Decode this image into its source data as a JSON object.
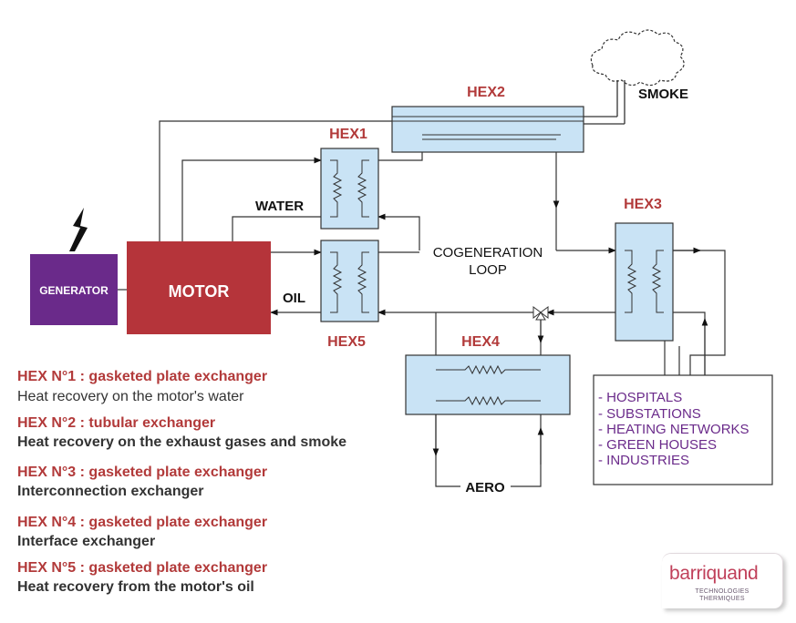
{
  "labels": {
    "generator": "GENERATOR",
    "motor": "MOTOR",
    "water": "WATER",
    "oil": "OIL",
    "smoke": "SMOKE",
    "cogeneration_line1": "COGENERATION",
    "cogeneration_line2": "LOOP",
    "aero": "AERO",
    "hex1": "HEX1",
    "hex2": "HEX2",
    "hex3": "HEX3",
    "hex4": "HEX4",
    "hex5": "HEX5"
  },
  "consumers": [
    "- HOSPITALS",
    "- SUBSTATIONS",
    "- HEATING NETWORKS",
    "- GREEN  HOUSES",
    "- INDUSTRIES"
  ],
  "legend": [
    {
      "title": "HEX N°1 : gasketed plate exchanger",
      "desc": "Heat recovery on the motor's water"
    },
    {
      "title": "HEX N°2 : tubular exchanger",
      "desc": "Heat recovery on the exhaust gases and smoke"
    },
    {
      "title": "HEX N°3 : gasketed plate exchanger",
      "desc": "Interconnection exchanger"
    },
    {
      "title": "HEX N°4 : gasketed plate exchanger",
      "desc": "Interface exchanger"
    },
    {
      "title": "HEX N°5 : gasketed plate exchanger",
      "desc": "Heat recovery from the motor's oil"
    }
  ],
  "logo": {
    "name": "barriquand",
    "sub1": "TECHNOLOGIES",
    "sub2": "THERMIQUES"
  },
  "colors": {
    "hex_red": "#b23a3a",
    "motor_red": "#b5343a",
    "generator_purple": "#6a2a8a",
    "exchanger_fill": "#c9e3f5",
    "consumer_text": "#6a2a8a"
  }
}
